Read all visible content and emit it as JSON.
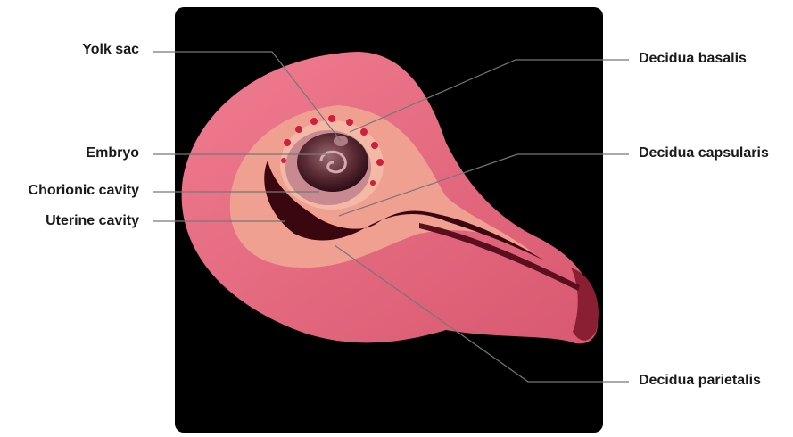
{
  "diagram": {
    "labels": {
      "yolk_sac": "Yolk sac",
      "embryo": "Embryo",
      "chorionic_cavity": "Chorionic cavity",
      "uterine_cavity": "Uterine cavity",
      "decidua_basalis": "Decidua basalis",
      "decidua_capsularis": "Decidua capsularis",
      "decidua_parietalis": "Decidua parietalis"
    },
    "colors": {
      "background_panel": "#000000",
      "uterine_wall": "#e8687d",
      "decidua": "#efa090",
      "cavity": "#3a0610",
      "embryo": "#5a2a34",
      "leader_line": "#777777",
      "label_text": "#1a1a1a"
    }
  }
}
